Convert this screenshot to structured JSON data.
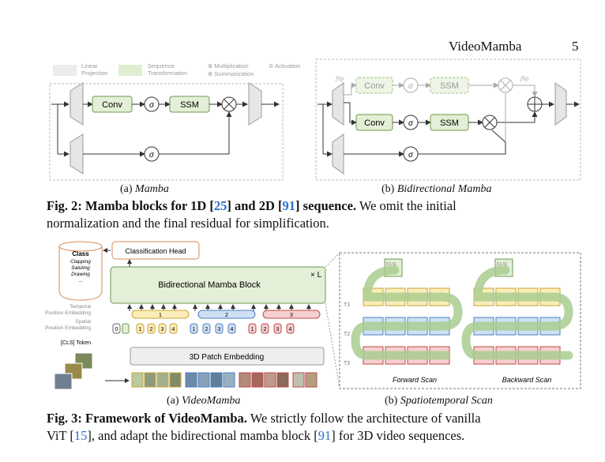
{
  "header": {
    "running_title": "VideoMamba",
    "page_number": "5"
  },
  "fig2": {
    "legend": {
      "linear_projection": "Linear Projection",
      "linear_projection_l1": "Linear",
      "linear_projection_l2": "Projection",
      "sequence_transformation_l1": "Sequence",
      "sequence_transformation_l2": "Transformation",
      "multiplication": "⊗ Multiplication",
      "summarization": "⊕ Summarization",
      "activation": "⊘ Activation"
    },
    "blocks": {
      "conv": "Conv",
      "ssm": "SSM",
      "sigma": "σ",
      "flip": "flip"
    },
    "sub_a": "(a) Mamba",
    "sub_a_label": "(a)",
    "sub_a_name": "Mamba",
    "sub_b_label": "(b)",
    "sub_b_name": "Bidirectional Mamba",
    "caption_bold": "Fig. 2: Mamba blocks for 1D [25] and 2D [91] sequence.",
    "caption_bold_p1": "Fig. 2: Mamba blocks for 1D [",
    "ref1": "25",
    "caption_bold_p2": "] and 2D [",
    "ref2": "91",
    "caption_bold_p3": "] sequence.",
    "caption_rest_l1": " We omit the initial",
    "caption_rest_l2": "normalization and the final residual for simplification."
  },
  "fig3": {
    "class_box": {
      "title": "Class",
      "items": [
        "Clapping",
        "Saluting",
        "Drawing",
        "..."
      ]
    },
    "classification_head": "Classification Head",
    "mamba_block": "Bidirectional Mamba Block",
    "times_l": "× L",
    "temporal_pos_l1": "Temporal",
    "temporal_pos_l2": "Position Embedding",
    "spatial_pos_l1": "Spatial",
    "spatial_pos_l2": "Position Embedding",
    "cls_token": "[CLS] Token",
    "patch_embedding": "3D Patch Embedding",
    "temporal_groups": [
      "1",
      "2",
      "3"
    ],
    "spatial_tokens": [
      "0",
      "1",
      "2",
      "3",
      "4"
    ],
    "cls_small": "[CLS]",
    "t_labels": [
      "T1",
      "T2",
      "T3"
    ],
    "forward_scan": "Forward Scan",
    "backward_scan": "Backward Scan",
    "sub_a_label": "(a)",
    "sub_a_name": "VideoMamba",
    "sub_b_label": "(b)",
    "sub_b_name": "Spatiotemporal Scan",
    "caption_bold": "Fig. 3: Framework of VideoMamba.",
    "caption_rest_l1": " We strictly follow the architecture of vanilla",
    "caption_l2_p1": "ViT [",
    "ref1": "15",
    "caption_l2_p2": "], and adapt the bidirectional mamba block [",
    "ref2": "91",
    "caption_l2_p3": "] for 3D video sequences."
  },
  "colors": {
    "green_fill": "#e3efd6",
    "green_stroke": "#6f9a4d",
    "yellow": "#fbedb7",
    "blue": "#cfe0f4",
    "red": "#f6cfcf",
    "orange_stroke": "#d98b55",
    "link_blue": "#2a6fd1"
  }
}
